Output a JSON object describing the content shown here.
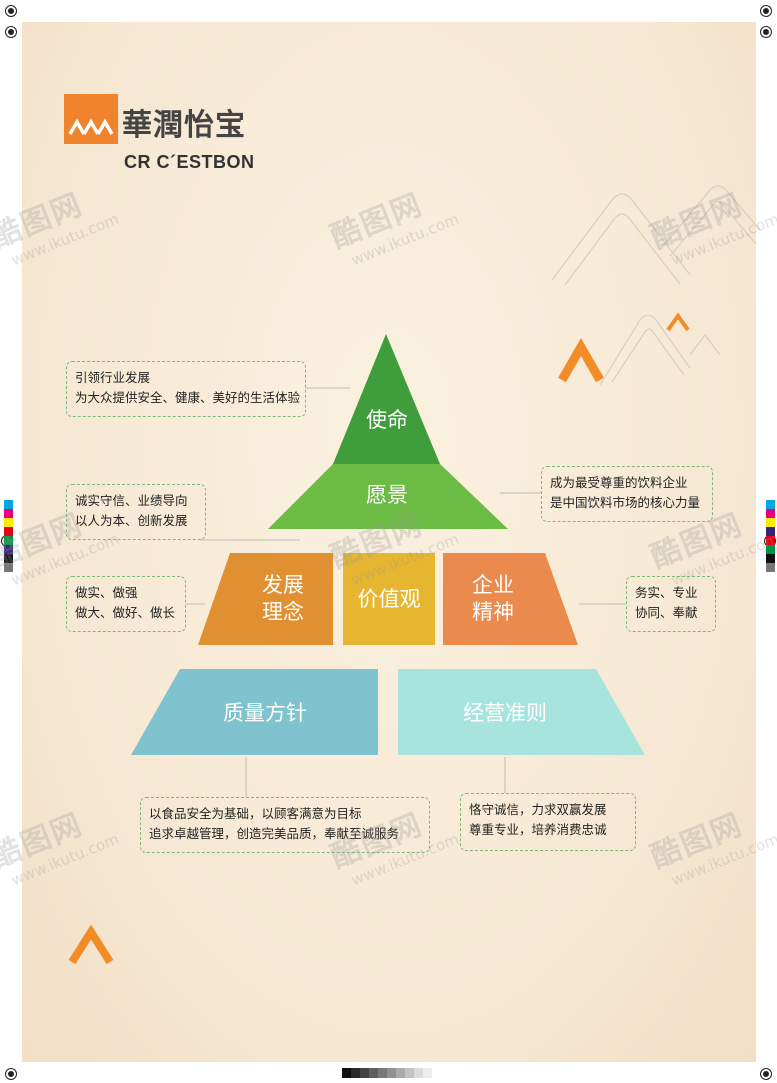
{
  "logo": {
    "chinese_name": "華潤怡宝",
    "english_name": "CR C´ESTBON",
    "mark_color": "#f0842c"
  },
  "pyramid": {
    "tier1": {
      "label": "使命",
      "color": "#3f9e3b"
    },
    "tier2": {
      "label": "愿景",
      "color": "#6cbb45"
    },
    "tier3": [
      {
        "label_line1": "发展",
        "label_line2": "理念",
        "color": "#e09030"
      },
      {
        "label_line1": "价值观",
        "label_line2": "",
        "color": "#e6b630"
      },
      {
        "label_line1": "企业",
        "label_line2": "精神",
        "color": "#ea8a4c"
      }
    ],
    "tier4": [
      {
        "label": "质量方针",
        "color": "#7ec3cd"
      },
      {
        "label": "经营准则",
        "color": "#a8e4de"
      }
    ]
  },
  "notes": {
    "mission": {
      "line1": "引领行业发展",
      "line2": "为大众提供安全、健康、美好的生活体验"
    },
    "vision": {
      "line1": "成为最受尊重的饮料企业",
      "line2": "是中国饮料市场的核心力量"
    },
    "values": {
      "line1": "诚实守信、业绩导向",
      "line2": "以人为本、创新发展"
    },
    "development": {
      "line1": "做实、做强",
      "line2": "做大、做好、做长"
    },
    "spirit": {
      "line1": "务实、专业",
      "line2": "协同、奉献"
    },
    "quality": {
      "line1": "以食品安全为基础，以顾客满意为目标",
      "line2": "追求卓越管理，创造完美品质，奉献至诚服务"
    },
    "business": {
      "line1": "恪守诚信，力求双赢发展",
      "line2": "尊重专业，培养消费忠诚"
    }
  },
  "watermark": {
    "brand": "酷图网",
    "url": "www.ikutu.com"
  },
  "accent_color": "#f28c28"
}
